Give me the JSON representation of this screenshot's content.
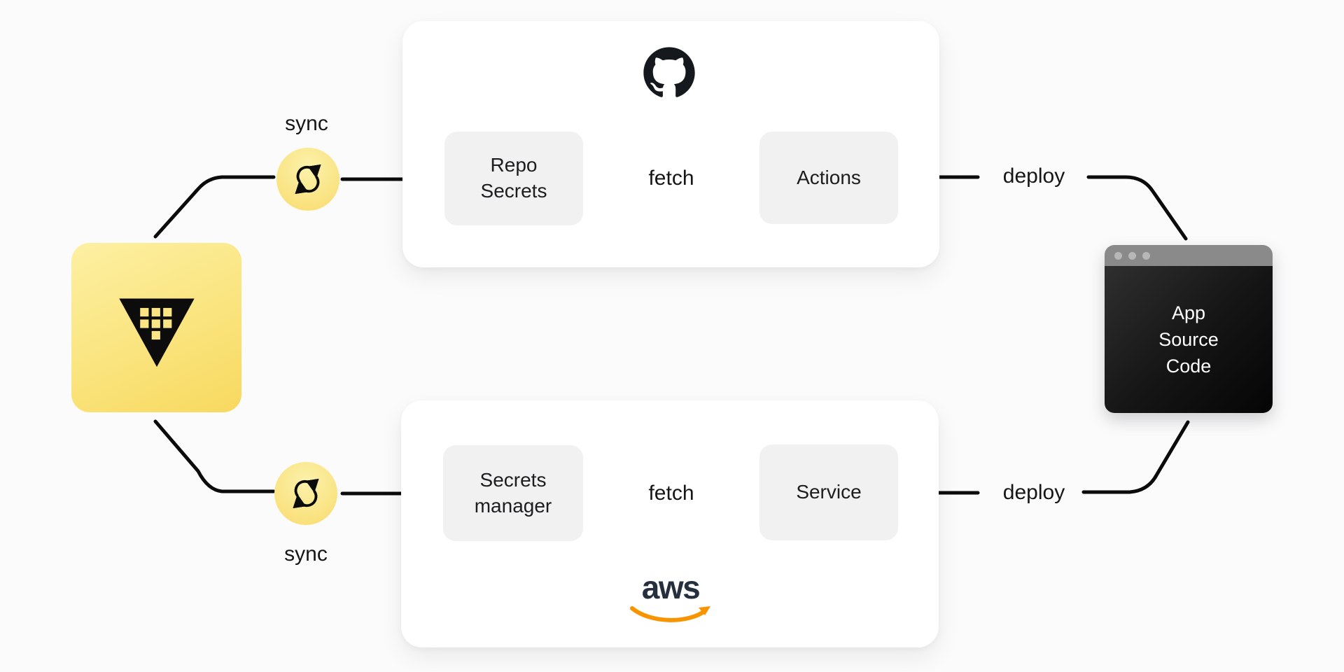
{
  "vault": {
    "icon": "vault-icon"
  },
  "top_flow": {
    "sync_label": "sync",
    "secrets_node": "Repo Secrets",
    "fetch_label": "fetch",
    "consumer_node": "Actions",
    "deploy_label": "deploy",
    "platform_icon": "github-octocat-icon"
  },
  "bottom_flow": {
    "sync_label": "sync",
    "secrets_node": "Secrets manager",
    "fetch_label": "fetch",
    "consumer_node": "Service",
    "deploy_label": "deploy",
    "platform_logo_text": "aws"
  },
  "app_window": {
    "line1": "App",
    "line2": "Source",
    "line3": "Code"
  },
  "icons": {
    "sync": "sync-refresh-icon",
    "window_controls": "window-dots-icon",
    "aws_smile": "aws-smile-arrow-icon"
  },
  "colors": {
    "vault_yellow_light": "#fdf0a3",
    "vault_yellow_dark": "#f8d95f",
    "node_gray": "#f1f1f2",
    "card_white": "#ffffff",
    "line_black": "#0b0b0b",
    "aws_navy": "#252f3e",
    "aws_orange": "#f79400",
    "window_titlebar_gray": "#8a8a8a",
    "window_body_black": "#141414",
    "text_dark": "#1a1a1a"
  }
}
